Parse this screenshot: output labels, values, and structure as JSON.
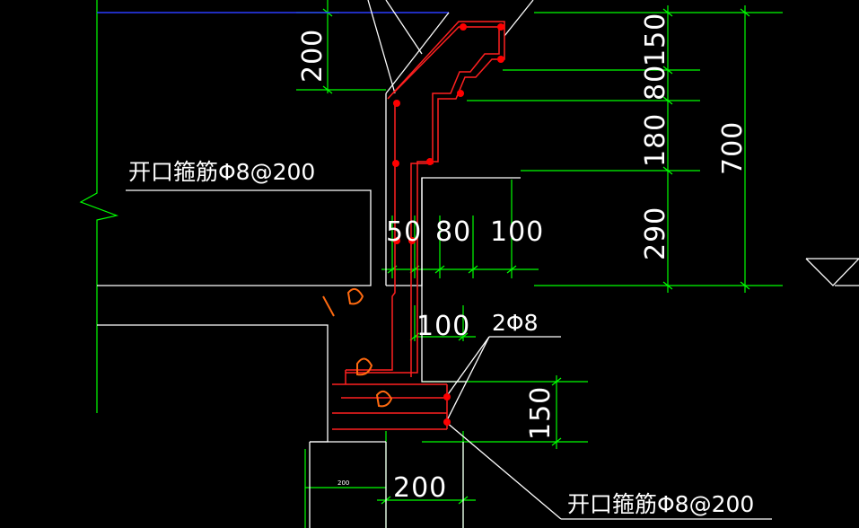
{
  "drawing": {
    "note_top": "开口箍筋Φ8@200",
    "note_bottom": "开口箍筋Φ8@200",
    "rebar_label": "2Φ8",
    "dim_200_top": "200",
    "dim_150": "150",
    "dim_80": "80",
    "dim_180": "180",
    "dim_290": "290",
    "dim_700": "700",
    "dim_50": "50",
    "dim_80_mid": "80",
    "dim_100": "100",
    "dim_100_low": "100",
    "dim_150_low": "150",
    "dim_200_bottom": "200",
    "dim_200_small": "200"
  },
  "colors": {
    "background": "#000000",
    "outline": "#ffffff",
    "dimension": "#00ff00",
    "rebar": "#ff2020",
    "stirrup_hook": "#ff6a10",
    "top_edge": "#0000ff"
  }
}
